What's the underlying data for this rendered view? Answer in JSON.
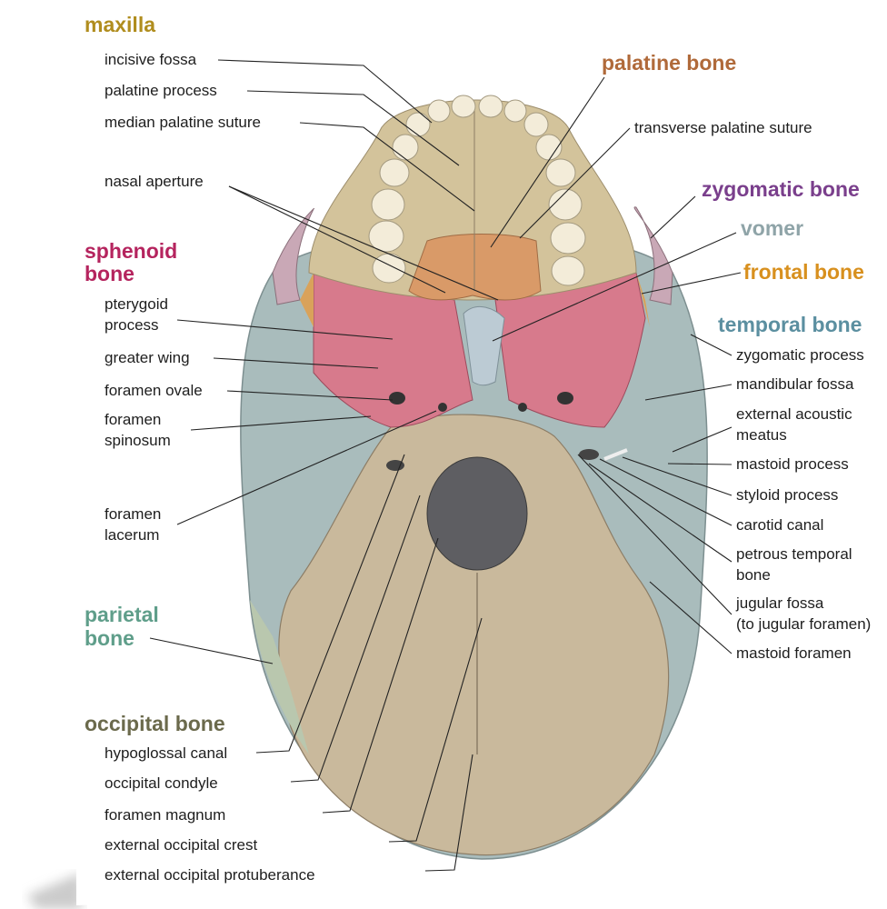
{
  "colors": {
    "maxilla": "#b08d1e",
    "sphenoid": "#b5245e",
    "parietal": "#5f9e8a",
    "occipital": "#6b6a4c",
    "palatine": "#b06a3a",
    "zygomatic": "#7a3f8c",
    "vomer": "#8fa4a8",
    "frontal": "#d8901e",
    "temporal": "#5b8fa0"
  },
  "headings": {
    "maxilla": "maxilla",
    "sphenoid_1": "sphenoid",
    "sphenoid_2": "bone",
    "parietal_1": "parietal",
    "parietal_2": "bone",
    "occipital": "occipital bone",
    "palatine": "palatine bone",
    "zygomatic": "zygomatic bone",
    "vomer": "vomer",
    "frontal": "frontal bone",
    "temporal": "temporal bone"
  },
  "labels": {
    "incisive_fossa": "incisive fossa",
    "palatine_process": "palatine process",
    "median_palatine_suture": "median palatine suture",
    "nasal_aperture": "nasal aperture",
    "pterygoid_1": "pterygoid",
    "pterygoid_2": "process",
    "greater_wing": "greater wing",
    "foramen_ovale": "foramen ovale",
    "foramen_spinosum_1": "foramen",
    "foramen_spinosum_2": "spinosum",
    "foramen_lacerum_1": "foramen",
    "foramen_lacerum_2": "lacerum",
    "hypoglossal_canal": "hypoglossal canal",
    "occipital_condyle": "occipital condyle",
    "foramen_magnum": "foramen magnum",
    "external_occipital_crest": "external occipital crest",
    "external_occipital_protuberance": "external occipital protuberance",
    "transverse_palatine_suture": "transverse palatine suture",
    "zygomatic_process": "zygomatic process",
    "mandibular_fossa": "mandibular fossa",
    "external_acoustic_1": "external acoustic",
    "external_acoustic_2": "meatus",
    "mastoid_process": "mastoid process",
    "styloid_process": "styloid process",
    "carotid_canal": "carotid canal",
    "petrous_1": "petrous temporal",
    "petrous_2": "bone",
    "jugular_1": "jugular fossa",
    "jugular_2": "(to jugular foramen)",
    "mastoid_foramen": "mastoid foramen"
  }
}
